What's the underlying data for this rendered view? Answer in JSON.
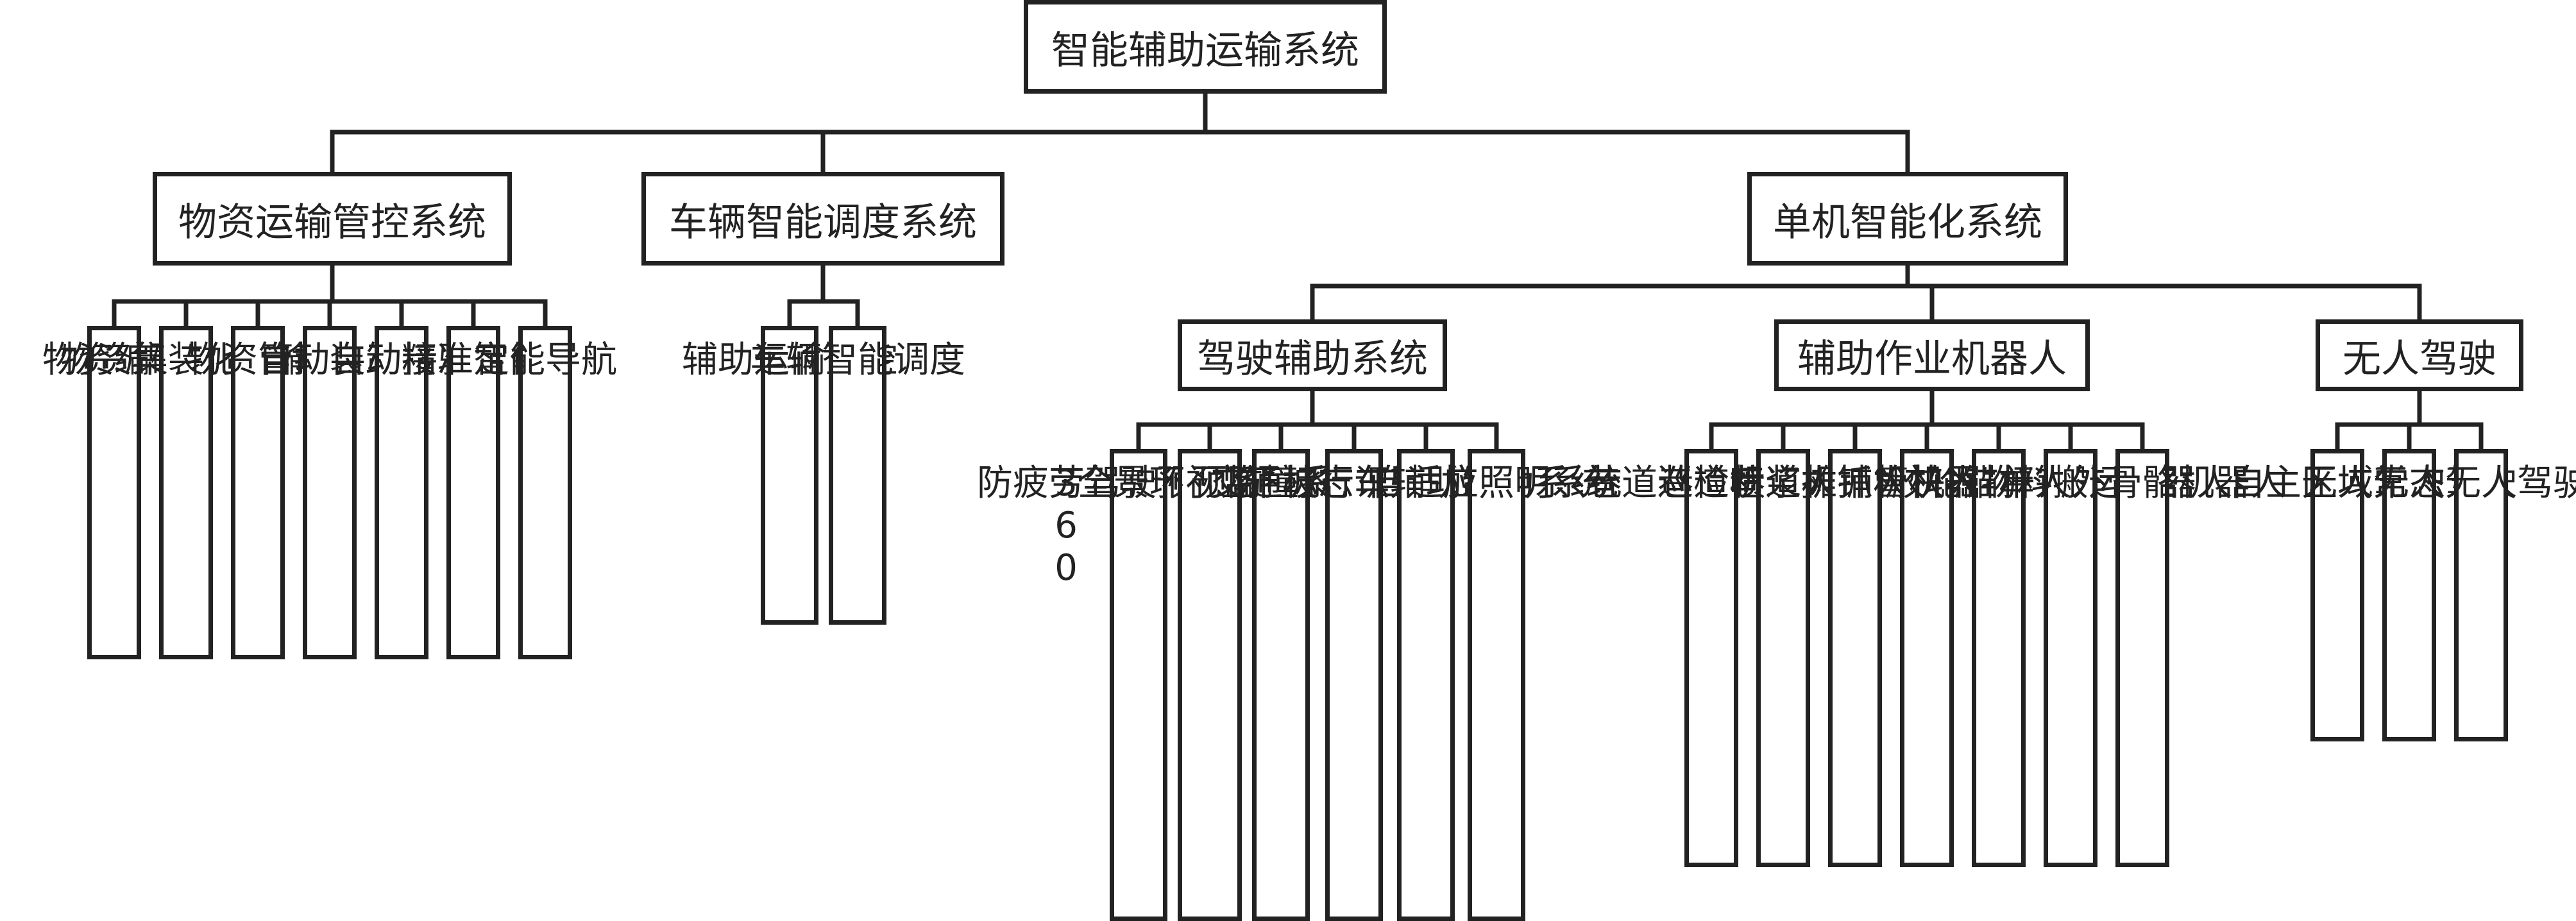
{
  "root": "智能辅助运输系统",
  "branches": [
    {
      "label": "物资运输管控系统",
      "children": [
        "物资编码",
        "物资集装化运输",
        "物资管控",
        "自动装卸",
        "自动接驳",
        "精准定位",
        "智能导航"
      ]
    },
    {
      "label": "车辆智能调度系统",
      "children": [
        "辅助运输监控",
        "车辆智能调度"
      ]
    },
    {
      "label": "单机智能化系统",
      "groups": [
        {
          "label": "驾驶辅助系统",
          "children": [
            "防疲劳驾驶预警系统",
            "360全景环视监控系统",
            "预防撞系统",
            "交通标志识别系统",
            "下坡行车辅助制动系统",
            "自适应照明系统"
          ]
        },
        {
          "label": "辅助作业机器人",
          "children": [
            "巷道巡检机器人",
            "巷道喷浆机器人",
            "巷道摊铺机器人",
            "抓管机器人",
            "胶轮锚杆钻车",
            "快掘物料搬运机器人",
            "单人外骨骼机器人"
          ]
        },
        {
          "label": "无人驾驶",
          "children": [
            "自主无人驾驶",
            "区域无人驾驶",
            "常态无人驾驶"
          ]
        }
      ]
    }
  ]
}
